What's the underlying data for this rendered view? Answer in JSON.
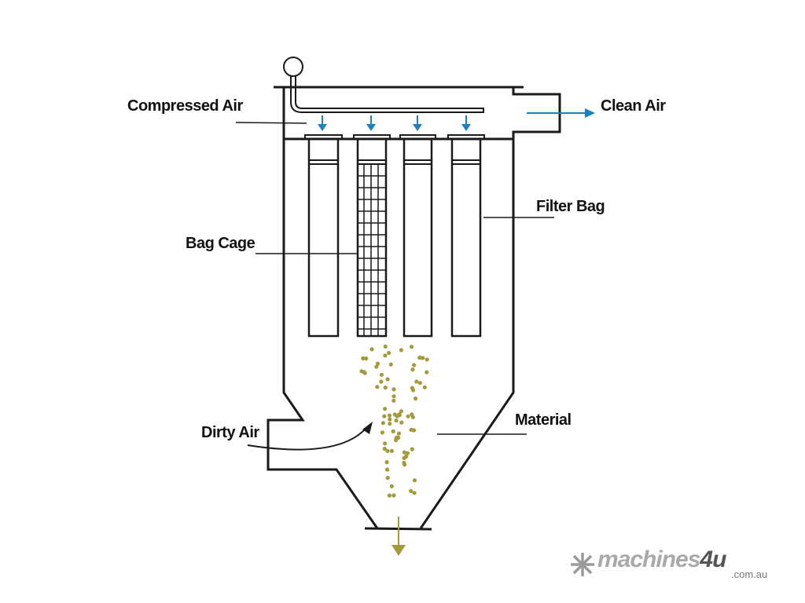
{
  "labels": {
    "compressed_air": "Compressed Air",
    "clean_air": "Clean Air",
    "filter_bag": "Filter Bag",
    "bag_cage": "Bag Cage",
    "dirty_air": "Dirty Air",
    "material": "Material"
  },
  "logo": {
    "brand": "machines",
    "brand_num": "4u",
    "domain": ".com.au"
  },
  "colors": {
    "line": "#1a1a1a",
    "air_arrow": "#1b7fc4",
    "material": "#a39a3c",
    "logo": "#a9a9a9"
  }
}
